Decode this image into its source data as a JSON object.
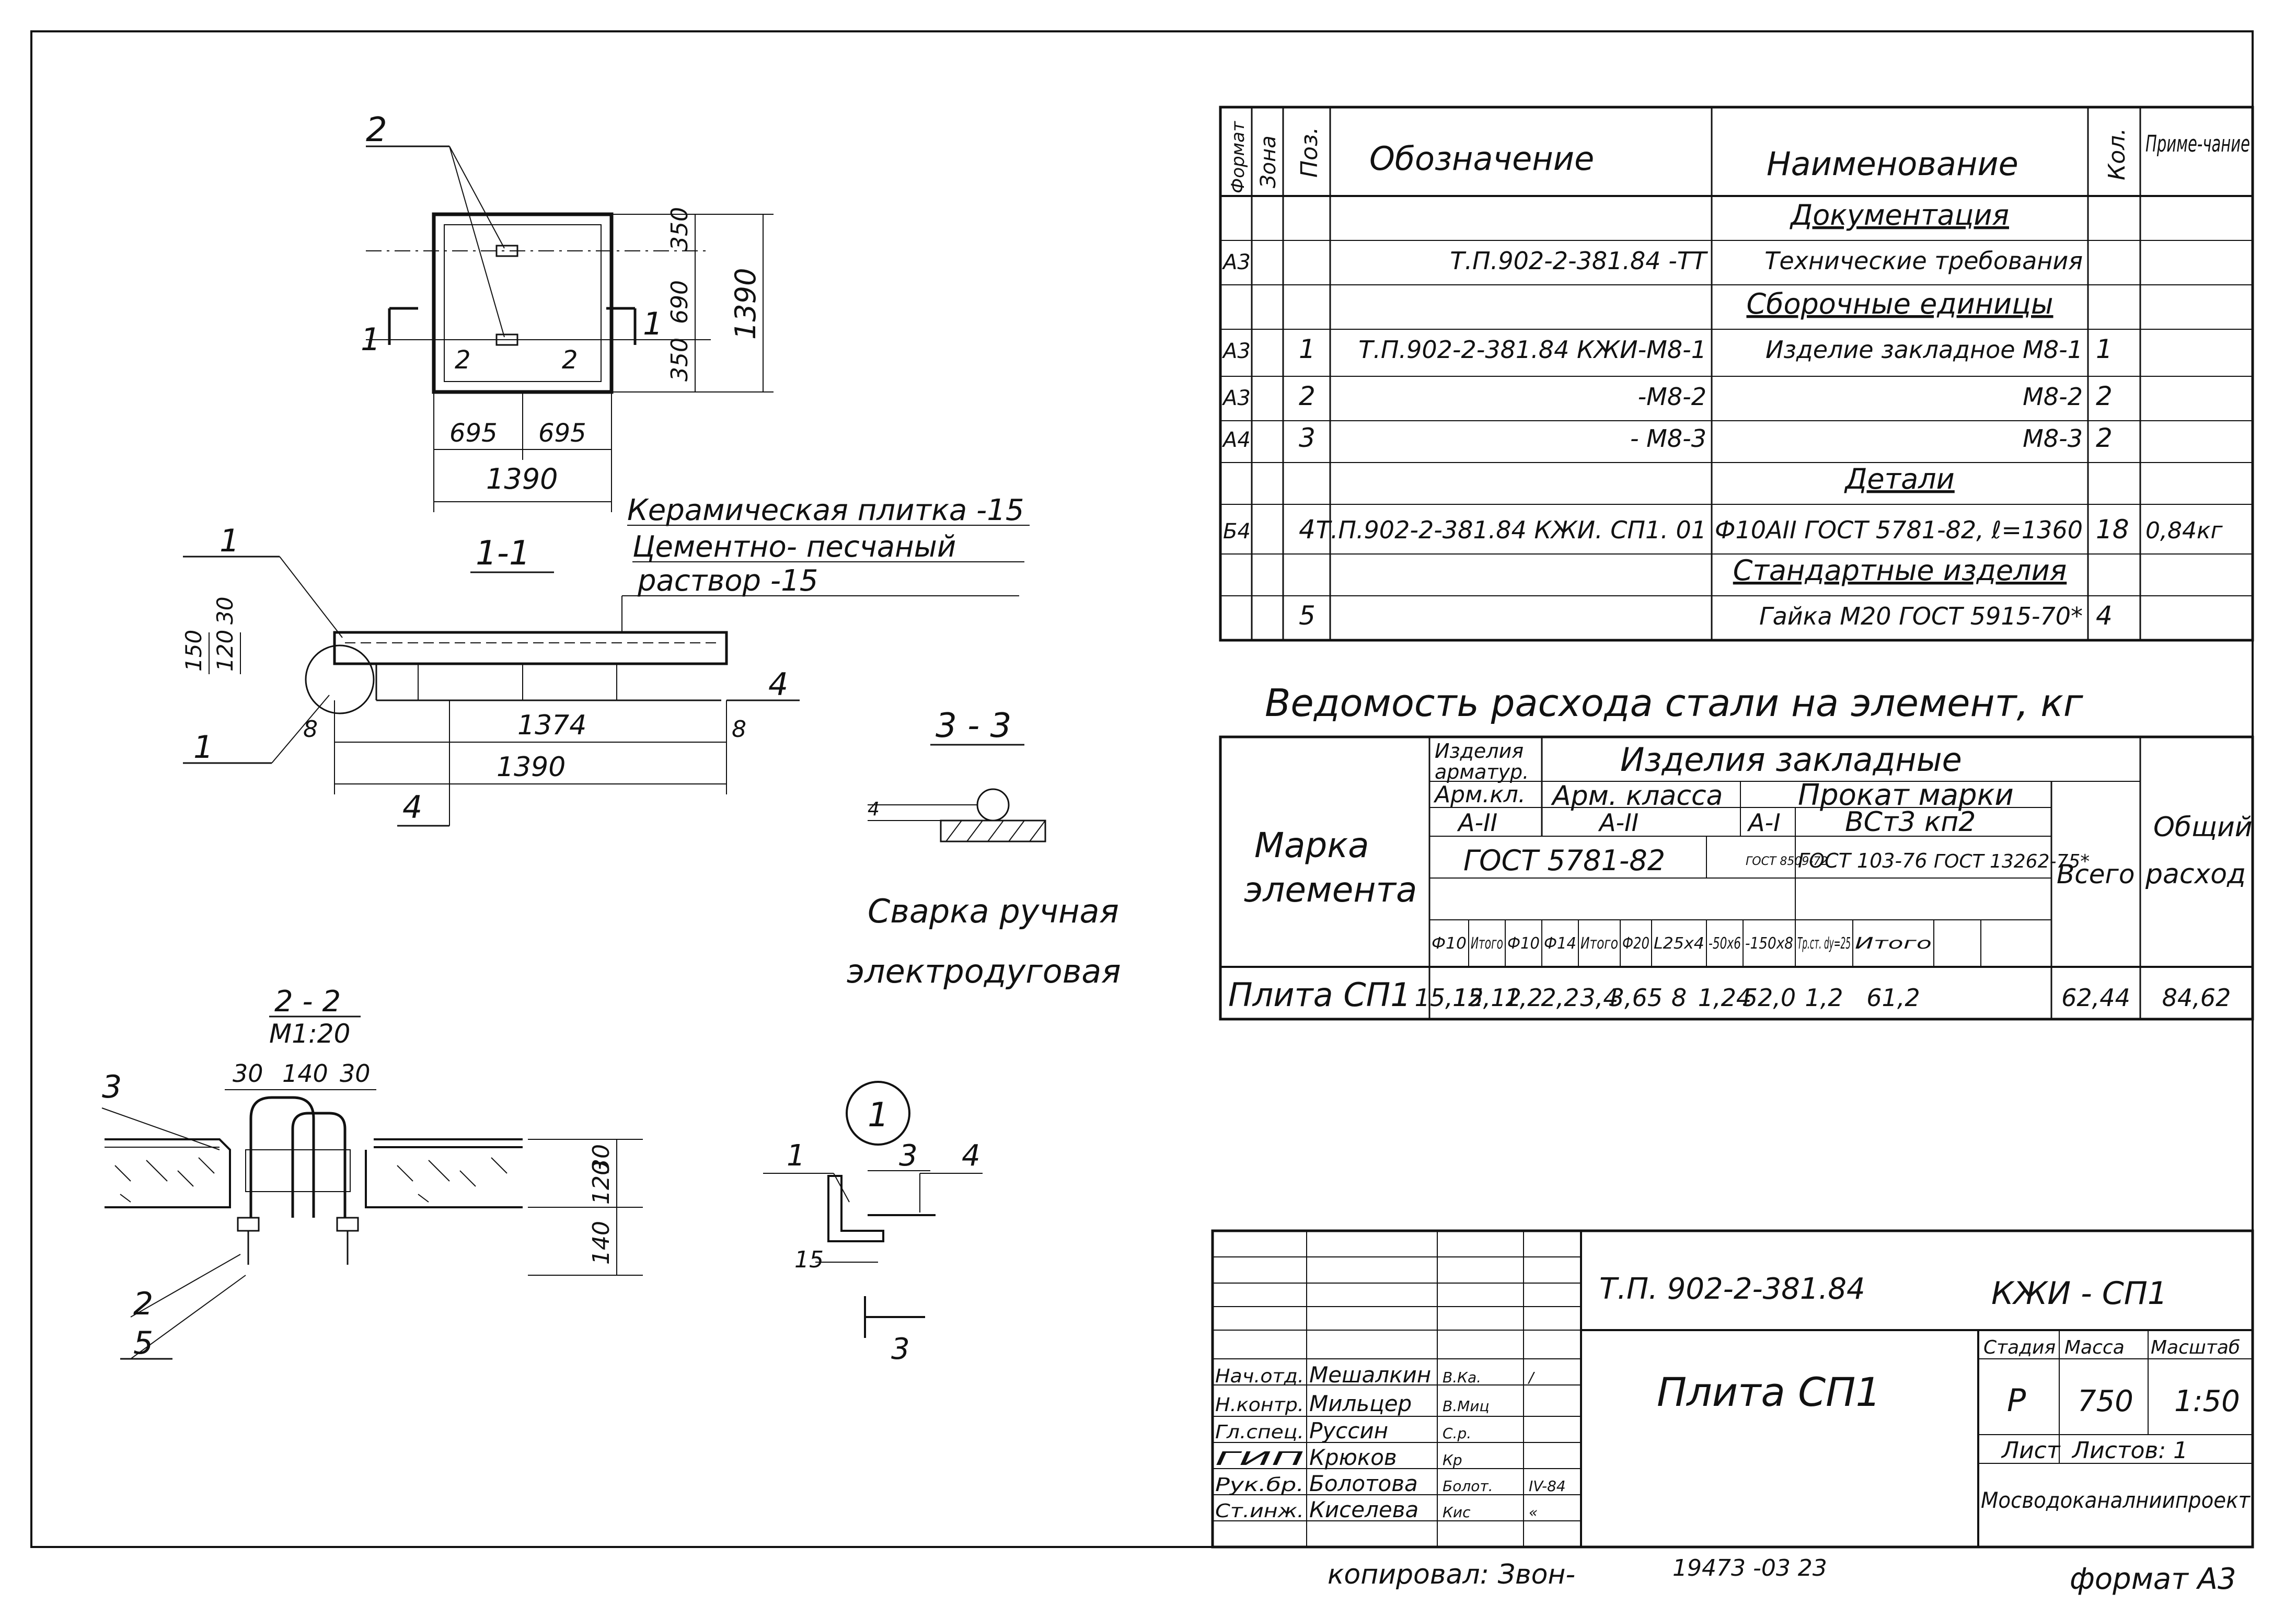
{
  "plan_view": {
    "callout": "2",
    "section_marks": [
      "1",
      "1"
    ],
    "local_marks": [
      "2",
      "2"
    ],
    "dims_vertical": [
      "350",
      "690",
      "350"
    ],
    "dim_total_vertical": "1390",
    "dims_horizontal": [
      "695",
      "695"
    ],
    "dim_total_horizontal": "1390"
  },
  "section_1_1": {
    "title": "1-1",
    "layer_notes": [
      "Керамическая плитка -15",
      "Цементно- песчаный",
      "раствор -15"
    ],
    "callouts": [
      "1",
      "1",
      "4",
      "4"
    ],
    "dims_vertical": [
      "150",
      "120",
      "30"
    ],
    "dims_horizontal": [
      "8",
      "1374",
      "8",
      "1390"
    ]
  },
  "section_3_3": {
    "title": "3 - 3",
    "dim": "4"
  },
  "welding_note": [
    "Сварка ручная",
    "электродуговая"
  ],
  "section_2_2": {
    "title": "2 - 2",
    "scale": "М1:20",
    "dims_top": [
      "30",
      "140",
      "30"
    ],
    "dims_right": [
      "30",
      "120",
      "140"
    ],
    "callouts": [
      "3",
      "2",
      "5"
    ]
  },
  "node_1": {
    "title": "1",
    "callouts": [
      "1",
      "3",
      "4"
    ],
    "dim": "15",
    "section_mark": "3"
  },
  "spec_table": {
    "headers": [
      "Формат",
      "Зона",
      "Поз.",
      "Обозначение",
      "Наименование",
      "Кол.",
      "Приме-чание"
    ],
    "rows": [
      {
        "fmt": "",
        "zone": "",
        "pos": "",
        "designation": "",
        "name": "Документация",
        "qty": "",
        "note": "",
        "heading": true
      },
      {
        "fmt": "А3",
        "zone": "",
        "pos": "",
        "designation": "Т.П.902-2-381.84       -ТТ",
        "name": "Технические требования",
        "qty": "",
        "note": ""
      },
      {
        "fmt": "",
        "zone": "",
        "pos": "",
        "designation": "",
        "name": "Сборочные единицы",
        "qty": "",
        "note": "",
        "heading": true
      },
      {
        "fmt": "А3",
        "zone": "",
        "pos": "1",
        "designation": "Т.П.902-2-381.84 КЖИ-М8-1",
        "name": "Изделие закладное М8-1",
        "qty": "1",
        "note": ""
      },
      {
        "fmt": "А3",
        "zone": "",
        "pos": "2",
        "designation": "-М8-2",
        "name": "М8-2",
        "qty": "2",
        "note": ""
      },
      {
        "fmt": "А4",
        "zone": "",
        "pos": "3",
        "designation": "- М8-3",
        "name": "М8-3",
        "qty": "2",
        "note": ""
      },
      {
        "fmt": "",
        "zone": "",
        "pos": "",
        "designation": "",
        "name": "Детали",
        "qty": "",
        "note": "",
        "heading": true
      },
      {
        "fmt": "Б4",
        "zone": "",
        "pos": "4",
        "designation": "Т.П.902-2-381.84 КЖИ. СП1. 01",
        "name": "Ф10АII ГОСТ 5781-82, ℓ=1360",
        "qty": "18",
        "note": "0,84кг"
      },
      {
        "fmt": "",
        "zone": "",
        "pos": "",
        "designation": "",
        "name": "Стандартные изделия",
        "qty": "",
        "note": "",
        "heading": true
      },
      {
        "fmt": "",
        "zone": "",
        "pos": "5",
        "designation": "",
        "name": "Гайка М20 ГОСТ 5915-70*",
        "qty": "4",
        "note": ""
      }
    ]
  },
  "steel_table": {
    "title": "Ведомость расхода стали на элемент, кг",
    "col_mark": [
      "Марка",
      "элемента"
    ],
    "h_izd_arm": [
      "Изделия",
      "арматур."
    ],
    "h_izd_zakl": "Изделия закладные",
    "h_arm_kl": "Арм.кл.",
    "h_arm_klassa": "Арм. класса",
    "h_prokat": "Прокат марки",
    "h_A2_a": "А-II",
    "h_A2_b": "А-II",
    "h_A1": "А-I",
    "h_vst": "ВСт3 кп2",
    "h_gost5781": "ГОСТ 5781-82",
    "h_gost8509": "ГОСТ 8509-72",
    "h_gost103": "ГОСТ 103-76",
    "h_gost13262": "ГОСТ 13262-75*",
    "h_vsego": "Всего",
    "h_obshiy": [
      "Общий",
      "расход"
    ],
    "sub_headers": [
      "Ф10",
      "Итого",
      "Ф10",
      "Ф14",
      "Итого",
      "Ф20",
      "L25x4",
      "-50x6",
      "-150x8",
      "Тр.ст. dу=25",
      "Итого"
    ],
    "row_label": "Плита СП1",
    "row_values": [
      "15,12",
      "15,12",
      "1,2",
      "2,2",
      "3,4",
      "3,65",
      "8",
      "1,24",
      "52,0",
      "1,2",
      "61,2",
      "62,44",
      "84,62"
    ]
  },
  "title_block": {
    "code": "Т.П. 902-2-381.84",
    "mark": "КЖИ - СП1",
    "name": "Плита СП1",
    "stage_label": "Стадия",
    "mass_label": "Масса",
    "scale_label": "Масштаб",
    "stage": "Р",
    "mass": "750",
    "scale": "1:50",
    "sheet_label": "Лист",
    "sheets_label": "Листов: 1",
    "org": "Мосводоканалниипроект",
    "people": [
      {
        "role": "Нач.отд.",
        "name": "Мешалкин",
        "sign": "В.Ка.",
        "date": "/"
      },
      {
        "role": "Н.контр.",
        "name": "Мильцер",
        "sign": "В.Миц",
        "date": ""
      },
      {
        "role": "Гл.спец.",
        "name": "Руссин",
        "sign": "С.р.",
        "date": ""
      },
      {
        "role": "ГИП",
        "name": "Крюков",
        "sign": "Кр",
        "date": ""
      },
      {
        "role": "Рук.бр.",
        "name": "Болотова",
        "sign": "Болот.",
        "date": "IV-84"
      },
      {
        "role": "Ст.инж.",
        "name": "Киселева",
        "sign": "Кис",
        "date": "«"
      }
    ]
  },
  "footer": {
    "copied": "копировал: Звон-",
    "number": "19473 -03   23",
    "format": "формат А3"
  }
}
